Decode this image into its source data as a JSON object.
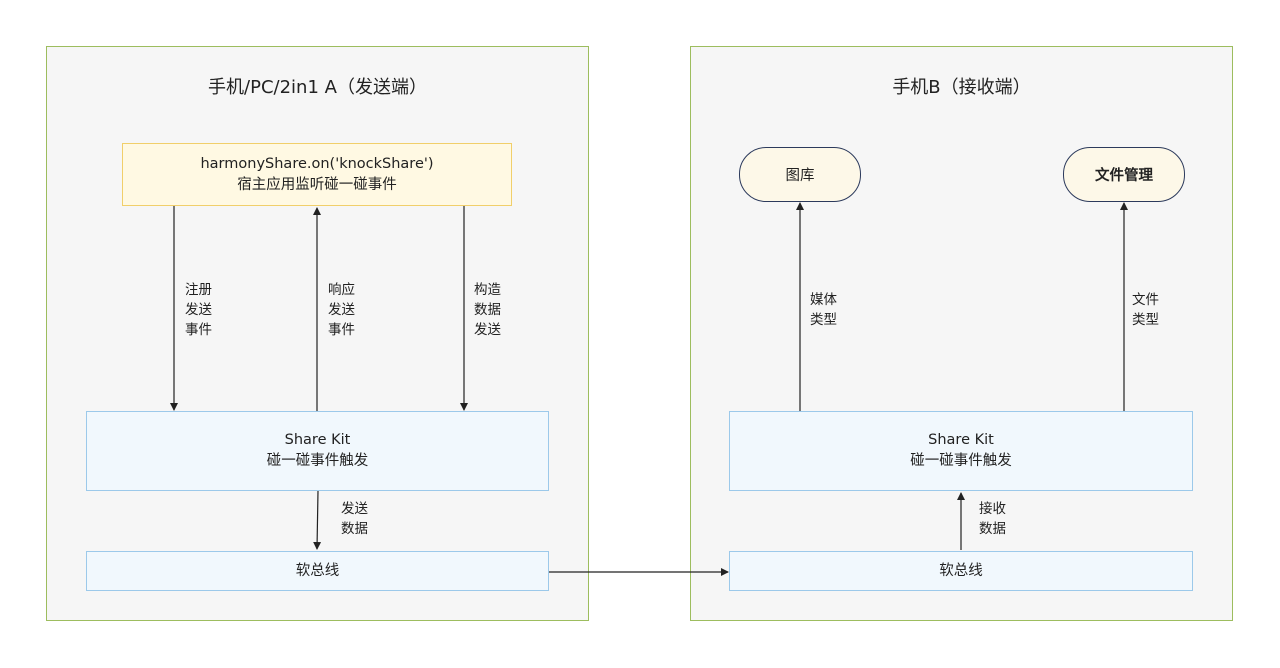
{
  "left": {
    "title": "手机/PC/2in1 A（发送端）",
    "app_box": {
      "line1": "harmonyShare.on('knockShare')",
      "line2": "宿主应用监听碰一碰事件"
    },
    "share_kit": {
      "line1": "Share Kit",
      "line2": "碰一碰事件触发"
    },
    "bus": "软总线",
    "labels": {
      "register": "注册\n发送\n事件",
      "respond": "响应\n发送\n事件",
      "construct": "构造\n数据\n发送",
      "send_data": "发送\n数据"
    }
  },
  "right": {
    "title": "手机B（接收端）",
    "gallery": "图库",
    "file_manager": "文件管理",
    "share_kit": {
      "line1": "Share Kit",
      "line2": "碰一碰事件触发"
    },
    "bus": "软总线",
    "labels": {
      "media_type": "媒体\n类型",
      "file_type": "文件\n类型",
      "receive_data": "接收\n数据"
    }
  }
}
